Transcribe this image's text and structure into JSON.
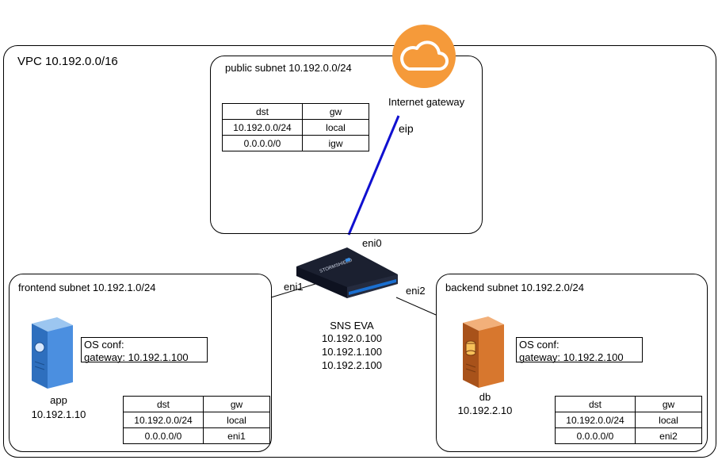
{
  "vpc": {
    "label": "VPC 10.192.0.0/16"
  },
  "public_subnet": {
    "label": "public subnet 10.192.0.0/24",
    "route_table": {
      "headers": [
        "dst",
        "gw"
      ],
      "rows": [
        [
          "10.192.0.0/24",
          "local"
        ],
        [
          "0.0.0.0/0",
          "igw"
        ]
      ]
    }
  },
  "internet_gateway": {
    "label": "Internet gateway",
    "link_label": "eip"
  },
  "firewall": {
    "eni0": "eni0",
    "eni1": "eni1",
    "eni2": "eni2",
    "name": "SNS EVA",
    "ips": [
      "10.192.0.100",
      "10.192.1.100",
      "10.192.2.100"
    ],
    "brand": "STORMSHIELD"
  },
  "frontend_subnet": {
    "label": "frontend subnet 10.192.1.0/24",
    "server": {
      "name": "app",
      "ip": "10.192.1.10"
    },
    "os_conf": {
      "title": "OS conf:",
      "gateway": "gateway: 10.192.1.100"
    },
    "route_table": {
      "headers": [
        "dst",
        "gw"
      ],
      "rows": [
        [
          "10.192.0.0/24",
          "local"
        ],
        [
          "0.0.0.0/0",
          "eni1"
        ]
      ]
    }
  },
  "backend_subnet": {
    "label": "backend subnet 10.192.2.0/24",
    "server": {
      "name": "db",
      "ip": "10.192.2.10"
    },
    "os_conf": {
      "title": "OS conf:",
      "gateway": "gateway: 10.192.2.100"
    },
    "route_table": {
      "headers": [
        "dst",
        "gw"
      ],
      "rows": [
        [
          "10.192.0.0/24",
          "local"
        ],
        [
          "0.0.0.0/0",
          "eni2"
        ]
      ]
    }
  },
  "colors": {
    "eip_link": "#1010d0",
    "cloud": "#f59a3a",
    "app_server": "#3a7fd0",
    "db_server": "#c8661e",
    "appliance": "#1b2030"
  }
}
